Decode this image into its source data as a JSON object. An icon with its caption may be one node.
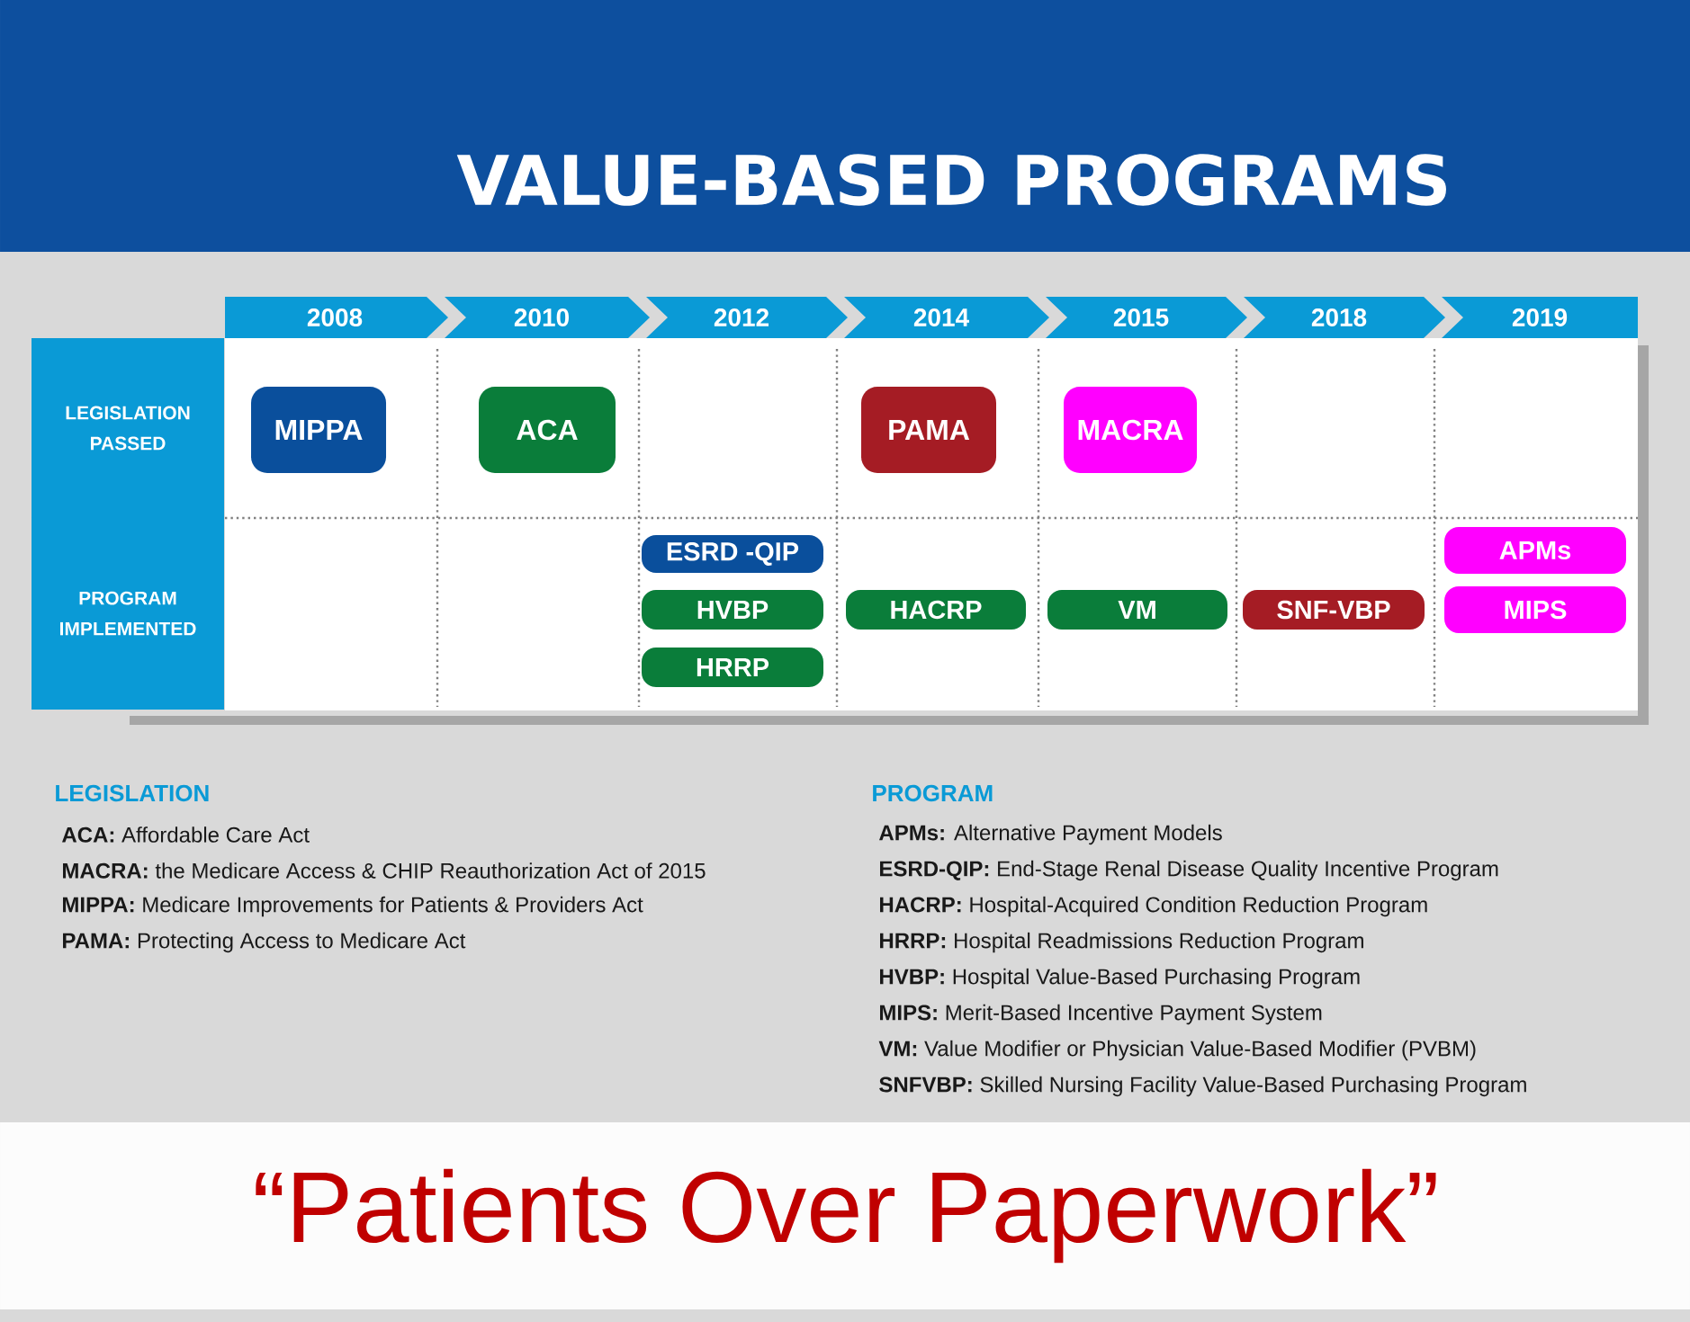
{
  "diagram": {
    "title": "VALUE-BASED PROGRAMS",
    "nodes": [
      {
        "text": [
          "2008"
        ]
      },
      {
        "text": [
          "2010"
        ]
      },
      {
        "text": [
          "2012"
        ]
      },
      {
        "text": [
          "2014"
        ]
      },
      {
        "text": [
          "2015"
        ]
      },
      {
        "text": [
          "2018"
        ]
      },
      {
        "text": [
          "2019"
        ]
      },
      {
        "text": [
          "LEGISLATION PASSED"
        ]
      },
      {
        "text": [
          "PROGRAM IMPLEMENTED"
        ]
      },
      {
        "text": [
          "MIPPA"
        ]
      },
      {
        "text": [
          "ACA"
        ]
      },
      {
        "text": [
          "PAMA"
        ]
      },
      {
        "text": [
          "MACRA"
        ]
      },
      {
        "text": [
          "ESRD -QIP"
        ]
      },
      {
        "text": [
          "HVBP"
        ]
      },
      {
        "text": [
          "HRRP"
        ]
      },
      {
        "text": [
          "HACRP"
        ]
      },
      {
        "text": [
          "VM"
        ]
      },
      {
        "text": [
          "SNF-VBP"
        ]
      },
      {
        "text": [
          "APMs"
        ]
      },
      {
        "text": [
          "MIPS"
        ]
      }
    ],
    "labels": [
      "LEGISLATION",
      "**ACA:** Affordable Care Act",
      "**MACRA:** the Medicare Access & CHIP Reauthorization Act of 2015",
      "**MIPPA:** Medicare Improvements for Patients & Providers Act",
      "**PAMA:** Protecting Access to Medicare Act",
      "PROGRAM",
      "**APMs:** Alternative Payment Models",
      "**ESRD-QIP:** End-Stage Renal Disease Quality Incentive Program",
      "**HACRP:** Hospital-Acquired Condition Reduction Program",
      "**HRRP:** Hospital Readmissions Reduction Program",
      "**HVBP:** Hospital Value-Based Purchasing Program",
      "**MIPS:** Merit-Based Incentive Payment System",
      "**VM:** Value Modifier or Physician Value-Based Modifier (PVBM)",
      "**SNFVBP:** Skilled Nursing Facility Value-Based Purchasing Program",
      "“Patients Over Paperwork”"
    ]
  }
}
